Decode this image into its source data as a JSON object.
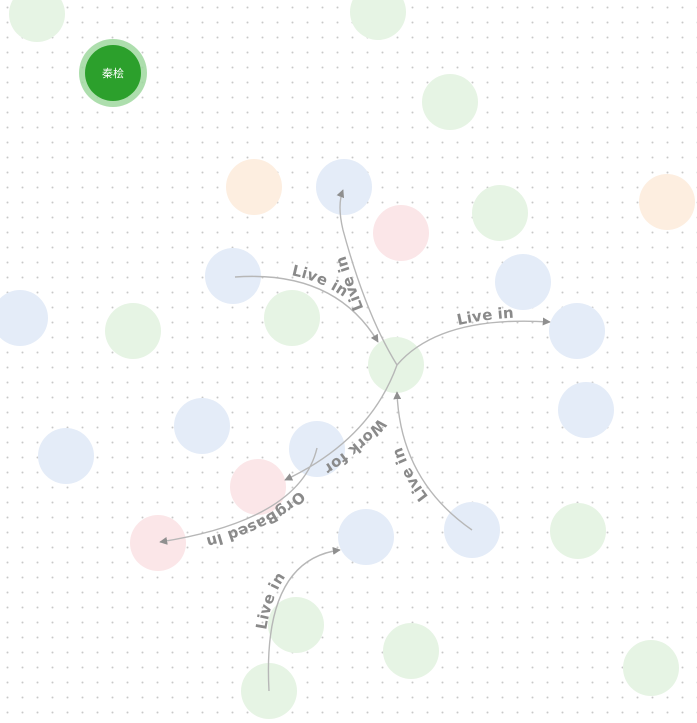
{
  "colors": {
    "background": "#ffffff",
    "grid_dot": "#c8c8c8",
    "edge": "#b7b7b7",
    "edge_label": "#8a8a8a",
    "node_green": "#e6f4e4",
    "node_blue": "#e4ecf8",
    "node_red": "#fbe6e8",
    "node_orange": "#fdeee0",
    "selected_node": "#2ca02c",
    "selected_ring": "#9fd89f"
  },
  "selected_node": {
    "label": "秦桧"
  },
  "faded_nodes": [
    {
      "kind": "green"
    },
    {
      "kind": "green"
    },
    {
      "kind": "green"
    },
    {
      "kind": "orange"
    },
    {
      "kind": "blue"
    },
    {
      "kind": "red"
    },
    {
      "kind": "green"
    },
    {
      "kind": "orange"
    },
    {
      "kind": "blue"
    },
    {
      "kind": "blue"
    },
    {
      "kind": "green"
    },
    {
      "kind": "blue"
    },
    {
      "kind": "green"
    },
    {
      "kind": "blue"
    },
    {
      "kind": "green"
    },
    {
      "kind": "blue"
    },
    {
      "kind": "blue"
    },
    {
      "kind": "blue"
    },
    {
      "kind": "blue"
    },
    {
      "kind": "red"
    },
    {
      "kind": "red"
    },
    {
      "kind": "blue"
    },
    {
      "kind": "blue"
    },
    {
      "kind": "green"
    },
    {
      "kind": "green"
    },
    {
      "kind": "green"
    },
    {
      "kind": "green"
    },
    {
      "kind": "green"
    }
  ],
  "edges": [
    {
      "label": "Live in"
    },
    {
      "label": "Live in"
    },
    {
      "label": "Live in"
    },
    {
      "label": "Live in"
    },
    {
      "label": "Work for"
    },
    {
      "label": "OrgBased In"
    },
    {
      "label": "Live in"
    }
  ]
}
